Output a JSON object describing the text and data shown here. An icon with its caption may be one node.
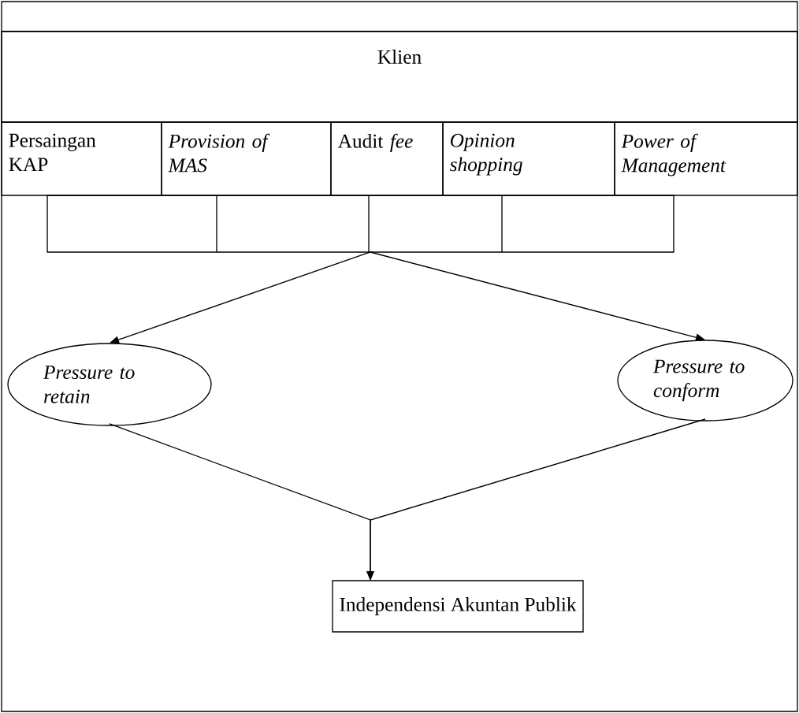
{
  "diagram": {
    "nodes": [
      {
        "text": [
          "Klien"
        ]
      },
      {
        "text": [
          "Persaingan KAP"
        ]
      },
      {
        "text": [
          "Provision of MAS"
        ]
      },
      {
        "text": [
          "Audit *fee*"
        ]
      },
      {
        "text": [
          "Opinion shopping"
        ]
      },
      {
        "text": [
          "Power of Management"
        ]
      },
      {
        "text": [],
        "shape": "box"
      },
      {
        "text": [
          "Pressure to retain"
        ]
      },
      {
        "text": [
          "Pressure to conform"
        ]
      },
      {
        "text": [
          "Independensi Akuntan Publik"
        ]
      }
    ],
    "edges": [
      {
        "from": 6,
        "to": 7,
        "arrow": "to"
      },
      {
        "from": 6,
        "to": 8,
        "arrow": "to"
      },
      {
        "from": 7,
        "to": 9,
        "arrow": "to"
      },
      {
        "from": 8,
        "to": 9,
        "arrow": "to"
      }
    ]
  }
}
